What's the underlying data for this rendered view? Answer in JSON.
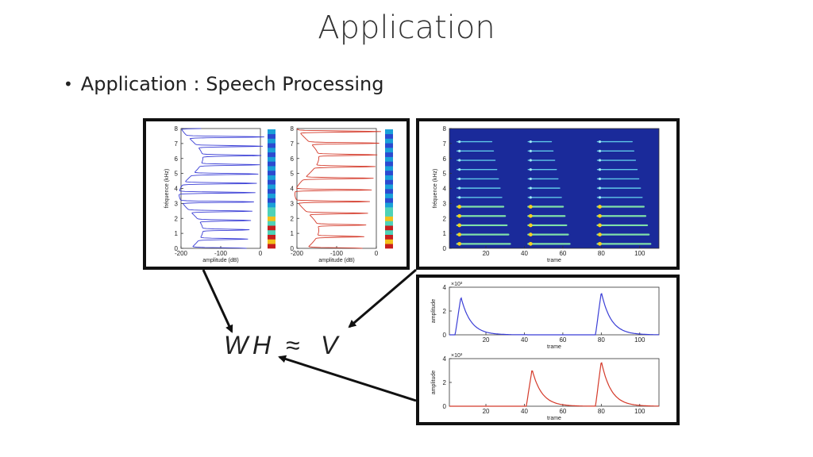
{
  "slide": {
    "title": "Application",
    "bullet": "Application : Speech Processing"
  },
  "equation": {
    "W": "W",
    "H": "H",
    "approx": "≈",
    "V": "V"
  },
  "colors": {
    "blue_series": "#3b3fd6",
    "red_series": "#d43a2a",
    "frame": "#111111",
    "spectro_bg": "#1a2a9a"
  },
  "chart_data": [
    {
      "type": "line",
      "id": "dictionary-spectrum-1",
      "ylabel": "fréquence (kHz)",
      "xlabel": "amplitude (dB)",
      "x_ticks": [
        "-200",
        "-100",
        "0"
      ],
      "y_ticks": [
        "0",
        "1",
        "2",
        "3",
        "4",
        "5",
        "6",
        "7",
        "8"
      ],
      "xlim": [
        -200,
        0
      ],
      "ylim": [
        0,
        8
      ],
      "harmonic_spacing_khz": 0.62,
      "color": "#3b3fd6"
    },
    {
      "type": "line",
      "id": "dictionary-spectrum-2",
      "ylabel": "",
      "xlabel": "amplitude (dB)",
      "x_ticks": [
        "-200",
        "-100",
        "0"
      ],
      "y_ticks": [
        "0",
        "1",
        "2",
        "3",
        "4",
        "5",
        "6",
        "7",
        "8"
      ],
      "xlim": [
        -200,
        0
      ],
      "ylim": [
        0,
        8
      ],
      "harmonic_spacing_khz": 0.78,
      "color": "#d43a2a"
    },
    {
      "type": "heatmap",
      "id": "spectrogram",
      "ylabel": "fréquence (kHz)",
      "xlabel": "trame",
      "x_ticks": [
        "20",
        "40",
        "60",
        "80",
        "100"
      ],
      "y_ticks": [
        "0",
        "1",
        "2",
        "3",
        "4",
        "5",
        "6",
        "7",
        "8"
      ],
      "xlim": [
        1,
        110
      ],
      "ylim": [
        0,
        8
      ],
      "onsets": [
        5,
        42,
        78
      ]
    },
    {
      "type": "line",
      "id": "activation-1",
      "ylabel": "amplitude",
      "xlabel": "trame",
      "exponent_label": "×10³",
      "x_ticks": [
        "20",
        "40",
        "60",
        "80",
        "100"
      ],
      "y_ticks": [
        "0",
        "2",
        "4"
      ],
      "xlim": [
        1,
        110
      ],
      "ylim": [
        0,
        4
      ],
      "peaks": [
        {
          "x": 7,
          "y": 3.2
        },
        {
          "x": 80,
          "y": 3.6
        }
      ],
      "color": "#3b3fd6"
    },
    {
      "type": "line",
      "id": "activation-2",
      "ylabel": "amplitude",
      "xlabel": "trame",
      "exponent_label": "×10³",
      "x_ticks": [
        "20",
        "40",
        "60",
        "80",
        "100"
      ],
      "y_ticks": [
        "0",
        "2",
        "4"
      ],
      "xlim": [
        1,
        110
      ],
      "ylim": [
        0,
        4
      ],
      "peaks": [
        {
          "x": 44,
          "y": 3.1
        },
        {
          "x": 80,
          "y": 3.8
        }
      ],
      "color": "#d43a2a"
    }
  ]
}
